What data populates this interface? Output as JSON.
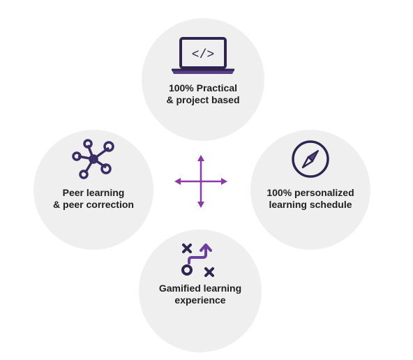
{
  "features": [
    {
      "id": "top",
      "icon": "laptop-code-icon",
      "lines": [
        "100% Practical",
        "& project based"
      ]
    },
    {
      "id": "left",
      "icon": "network-nodes-icon",
      "lines": [
        "Peer learning",
        "& peer correction"
      ]
    },
    {
      "id": "right",
      "icon": "compass-icon",
      "lines": [
        "100% personalized",
        "learning schedule"
      ]
    },
    {
      "id": "bottom",
      "icon": "game-strategy-icon",
      "lines": [
        "Gamified learning",
        "experience"
      ]
    }
  ],
  "center_icon": "four-way-arrows-icon",
  "colors": {
    "icon_dark": "#2e2650",
    "icon_accent": "#6a3fa0",
    "arrow_purple": "#8a3aa8",
    "circle_bg": "#efefef",
    "text": "#1e1e1e"
  }
}
